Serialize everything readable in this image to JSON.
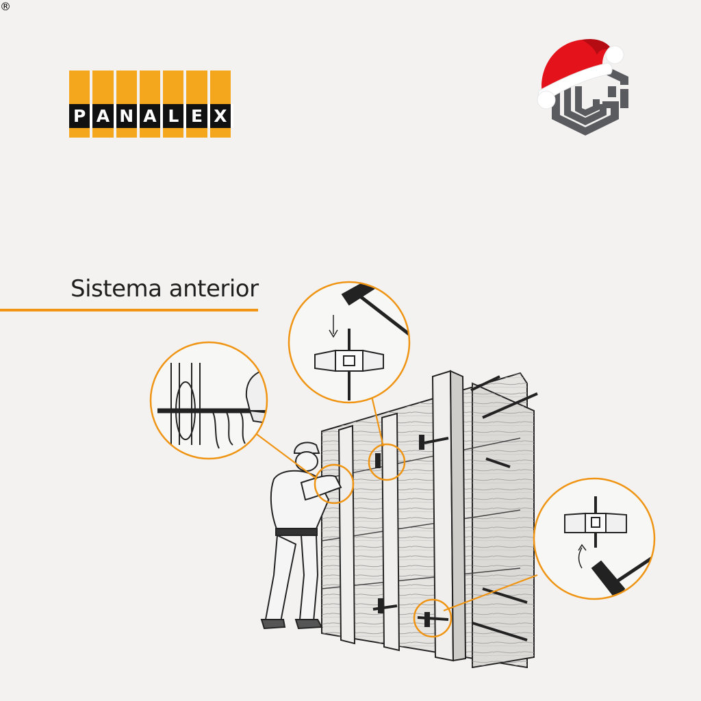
{
  "brand": {
    "name": "PANALEX",
    "letters": [
      "P",
      "A",
      "N",
      "A",
      "L",
      "E",
      "X"
    ],
    "registered_mark": "®",
    "colors": {
      "bar": "#f4a61c",
      "letter_bg": "#111111",
      "letter_fg": "#ffffff"
    }
  },
  "secondary_logo": {
    "icon": "g-monogram-icon-with-santa-hat",
    "colors": {
      "monogram": "#5a5b5e",
      "hat": "#e3121b",
      "hat_trim": "#ffffff"
    }
  },
  "heading": {
    "text": "Sistema anterior",
    "underline_color": "#ef9413"
  },
  "illustration": {
    "subject": "worker-at-formwork-wall",
    "callout_color": "#ef9413",
    "callouts": [
      "hand-tightening-detail",
      "hammer-strike-down-detail",
      "hammer-strike-up-detail"
    ]
  },
  "colors": {
    "background": "#f3f2f1",
    "accent": "#ef9413"
  }
}
